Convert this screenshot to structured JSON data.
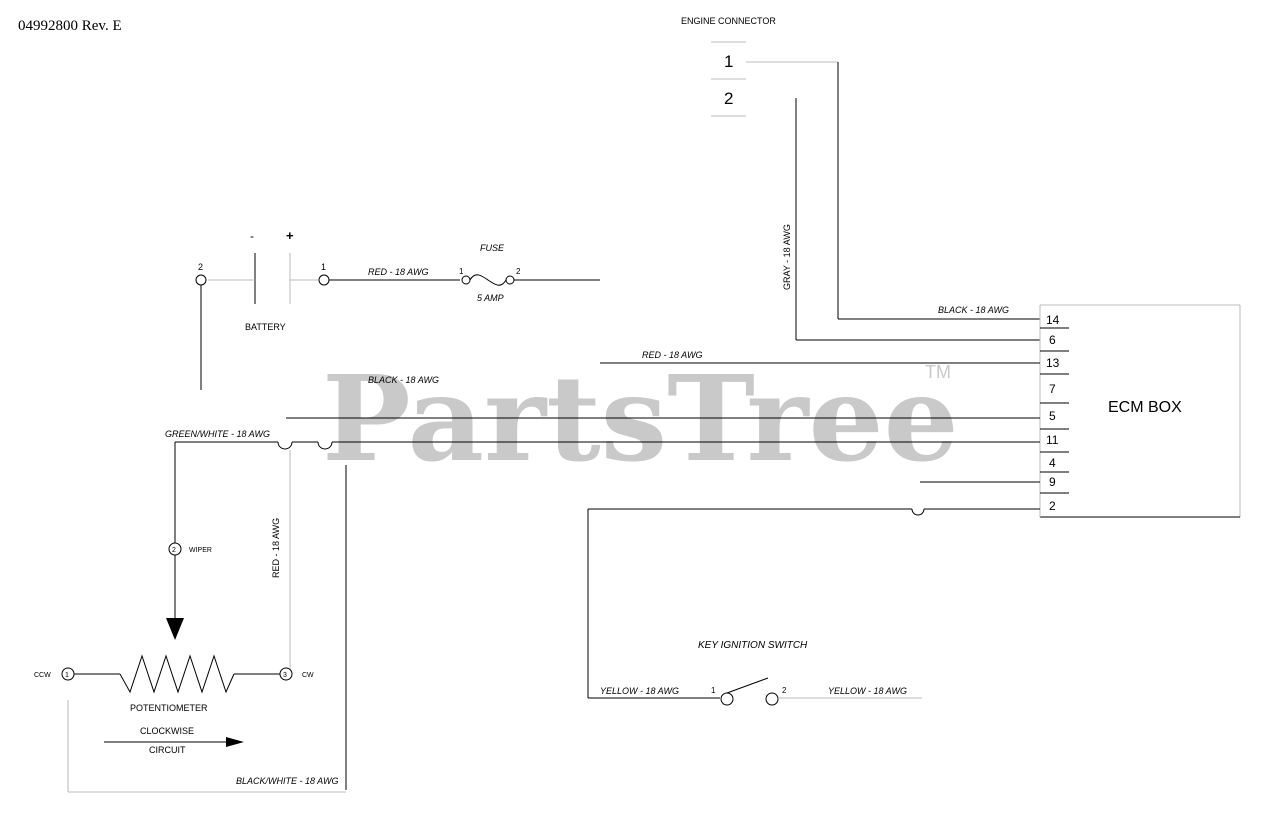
{
  "header": {
    "part_number": "04992800 Rev. E"
  },
  "watermark": {
    "text": "PartsTree",
    "mark": "TM"
  },
  "engine_connector": {
    "title": "ENGINE CONNECTOR",
    "pins": [
      "1",
      "2"
    ]
  },
  "battery": {
    "label": "BATTERY",
    "minus": "-",
    "plus": "+",
    "term_left": "2",
    "term_right": "1"
  },
  "fuse": {
    "label": "FUSE",
    "rating": "5 AMP",
    "term_left": "1",
    "term_right": "2"
  },
  "ecm": {
    "label": "ECM BOX",
    "pins": [
      "14",
      "6",
      "13",
      "7",
      "5",
      "11",
      "4",
      "9",
      "2"
    ]
  },
  "wires": {
    "red_battery": "RED - 18 AWG",
    "gray": "GRAY - 18 AWG",
    "black_top": "BLACK - 18 AWG",
    "red_ecm": "RED - 18 AWG",
    "black_mid": "BLACK - 18 AWG",
    "green_white": "GREEN/WHITE - 18 AWG",
    "red_vertical": "RED - 18 AWG",
    "black_white": "BLACK/WHITE - 18 AWG",
    "yellow_left": "YELLOW - 18 AWG",
    "yellow_right": "YELLOW - 18 AWG"
  },
  "potentiometer": {
    "label": "POTENTIOMETER",
    "wiper_term": "2",
    "wiper_label": "WIPER",
    "ccw_term": "1",
    "ccw_label": "CCW",
    "cw_term": "3",
    "cw_label": "CW",
    "direction_top": "CLOCKWISE",
    "direction_bottom": "CIRCUIT"
  },
  "key_switch": {
    "label": "KEY IGNITION SWITCH",
    "term_left": "1",
    "term_right": "2"
  }
}
